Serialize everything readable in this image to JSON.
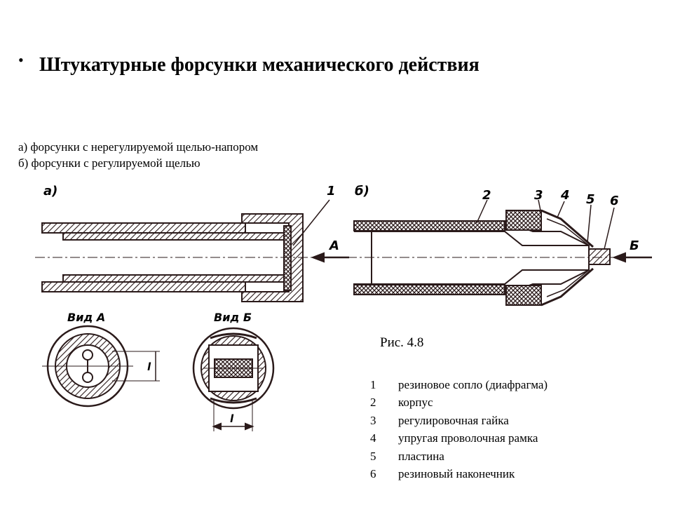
{
  "slide": {
    "bullet": "•",
    "title": "Штукатурные форсунки механического действия",
    "subtitle_a": "а) форсунки с нерегулируемой щелью-напором",
    "subtitle_b": "б) форсунки с регулируемой щелью"
  },
  "figure": {
    "caption": "Рис. 4.8",
    "label_a": "а)",
    "label_b": "б)",
    "arrow_a": "А",
    "arrow_b": "Б",
    "view_a": "Вид А",
    "view_b": "Вид Б",
    "dim_l": "l",
    "callouts": [
      "1",
      "2",
      "3",
      "4",
      "5",
      "6"
    ]
  },
  "legend": [
    {
      "num": "1",
      "text": "резиновое сопло (диафрагма)"
    },
    {
      "num": "2",
      "text": "корпус"
    },
    {
      "num": "3",
      "text": "регулировочная гайка"
    },
    {
      "num": "4",
      "text": "упругая проволочная рамка"
    },
    {
      "num": "5",
      "text": "пластина"
    },
    {
      "num": "6",
      "text": "резиновый наконечник"
    }
  ],
  "colors": {
    "ink": "#2a1a1a",
    "paper": "#ffffff"
  }
}
